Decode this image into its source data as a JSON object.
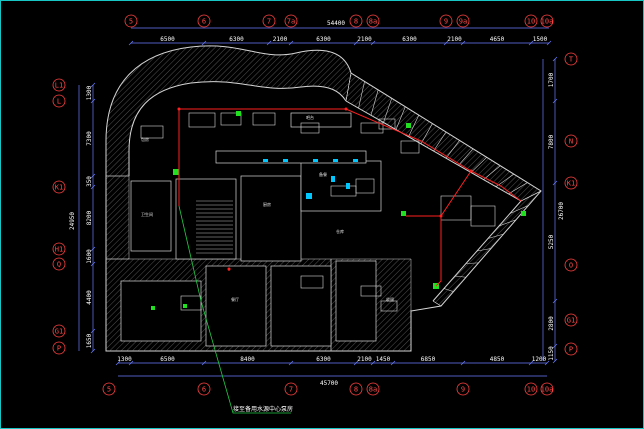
{
  "colors": {
    "background": "#000000",
    "frame": "#19c6c6",
    "dimension": "#6b7cff",
    "wall": "#d8d8d8",
    "hatch": "#8a8a8a",
    "pipe_red": "#ff2020",
    "fixture_green": "#20e020",
    "fixture_cyan": "#00c8ff",
    "axis_red": "#ff4040",
    "leader_green": "#22cc44"
  },
  "top_axes": [
    "5",
    "6",
    "7",
    "7a",
    "8",
    "8a",
    "9",
    "9a",
    "10",
    "10a"
  ],
  "bottom_axes": [
    "5",
    "6",
    "7",
    "8",
    "8a",
    "9",
    "10",
    "10a"
  ],
  "left_axes": [
    "L1",
    "L",
    "K1",
    "H1",
    "Q",
    "G1",
    "P"
  ],
  "right_axes": [
    "T",
    "N",
    "K1",
    "O",
    "G1",
    "P"
  ],
  "top_total": "54400",
  "top_segments": [
    "6500",
    "6300",
    "2100",
    "6300",
    "2100",
    "6300",
    "2100",
    "4650",
    "1500"
  ],
  "bottom_total": "45700",
  "bottom_segments": [
    "1300",
    "6500",
    "8400",
    "6300",
    "2100",
    "1450",
    "6850",
    "4850",
    "1200"
  ],
  "left_total": "24950",
  "left_segments": [
    "1300",
    "7300",
    "350",
    "8200",
    "1600",
    "4400",
    "1650"
  ],
  "right_total": "26700",
  "right_segments": [
    "1700",
    "7800",
    "5250",
    "2800",
    "1150"
  ],
  "room_labels": [
    "卫生间",
    "厨房",
    "备餐",
    "仓库",
    "餐厅",
    "包房",
    "吧台",
    "收银"
  ],
  "annotation": "接至备用水源中心泵房"
}
